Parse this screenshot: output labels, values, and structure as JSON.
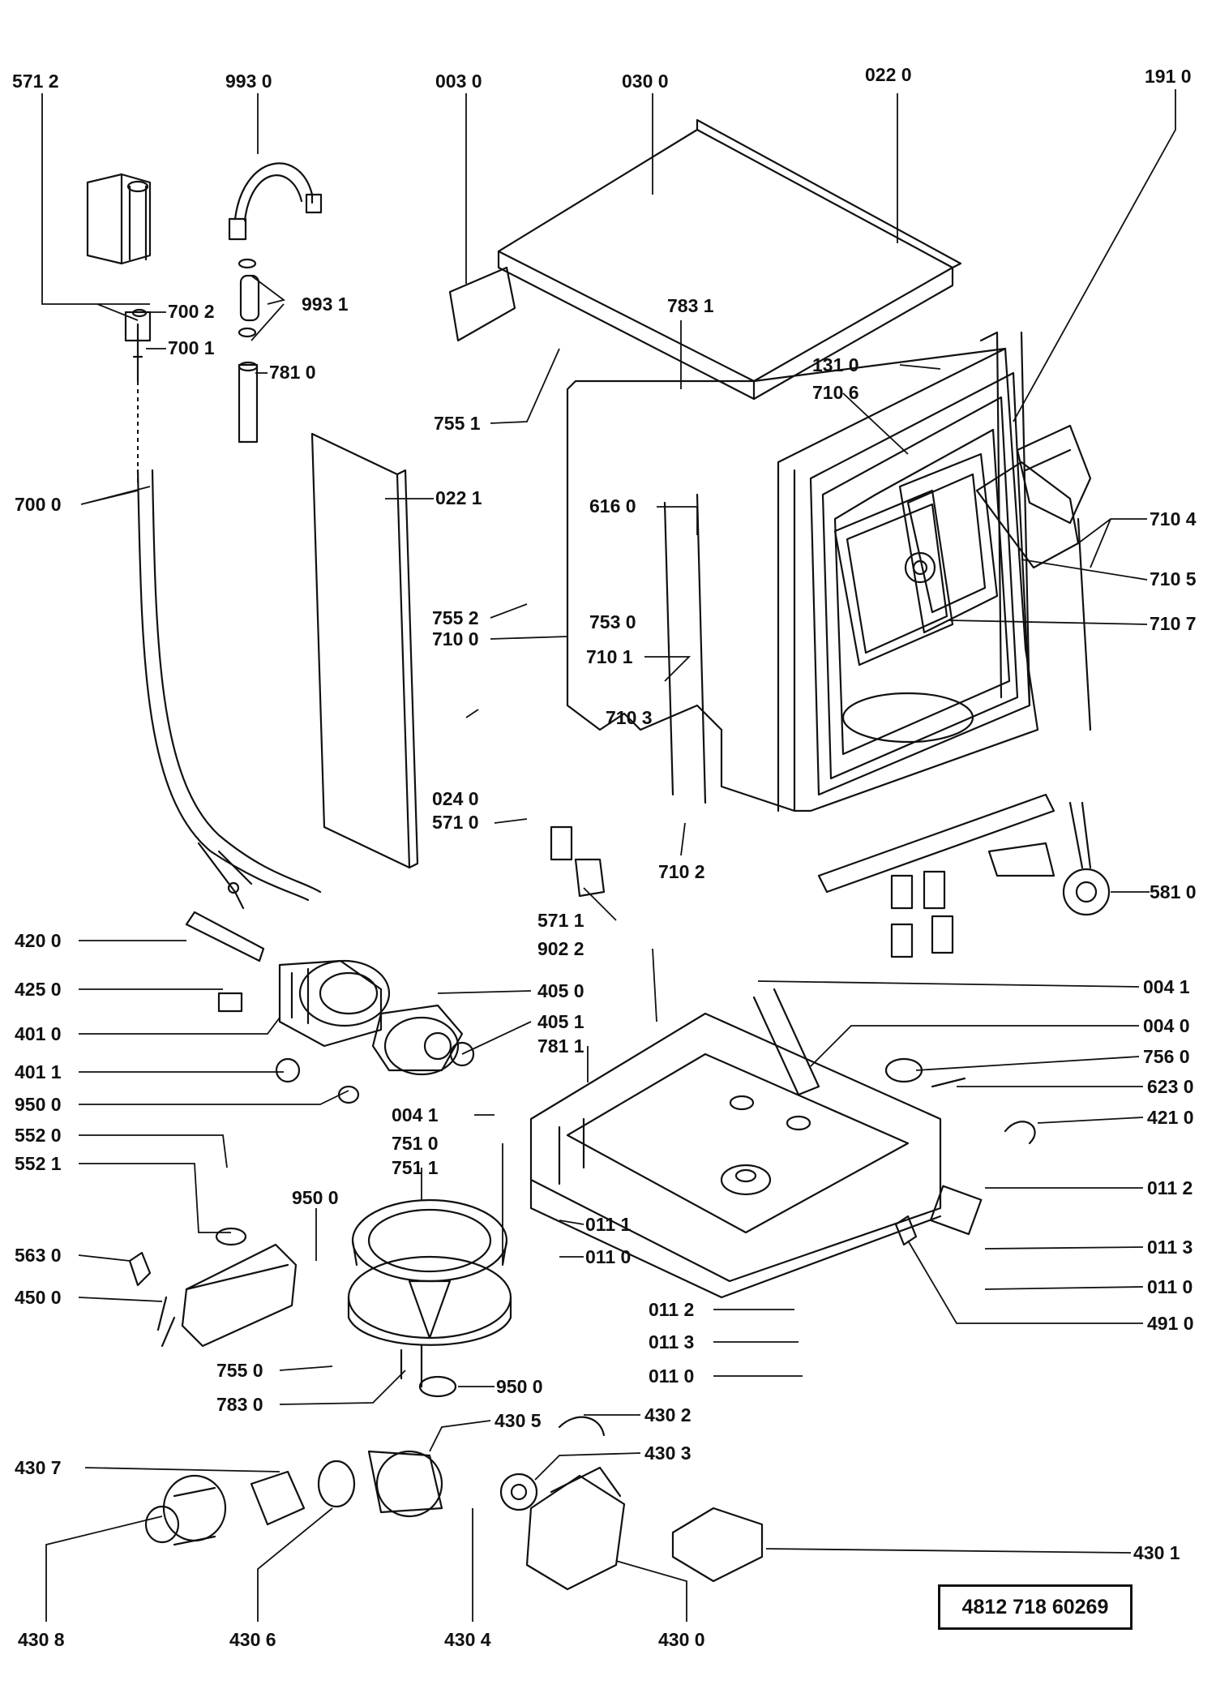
{
  "labels": [
    "571 2",
    "993 0",
    "003 0",
    "030 0",
    "022 0",
    "191 0",
    "700 2",
    "993 1",
    "700 1",
    "781 0",
    "783 1",
    "755 1",
    "131 0",
    "710 6",
    "700 0",
    "022 1",
    "616 0",
    "710 4",
    "710 5",
    "710 7",
    "755 2",
    "753 0",
    "710 0",
    "710 1",
    "710 3",
    "024 0",
    "571 0",
    "710 2",
    "571 1",
    "581 0",
    "420 0",
    "902 2",
    "425 0",
    "405 0",
    "004 1",
    "405 1",
    "004 0",
    "401 0",
    "781 1",
    "756 0",
    "401 1",
    "623 0",
    "950 0",
    "004 1",
    "421 0",
    "552 0",
    "751 0",
    "751 1",
    "552 1",
    "950 0",
    "011 2",
    "011 1",
    "563 0",
    "011 0",
    "011 3",
    "450 0",
    "011 0",
    "011 2",
    "491 0",
    "011 3",
    "755 0",
    "011 0",
    "950 0",
    "783 0",
    "430 2",
    "430 5",
    "430 3",
    "430 7",
    "430 1",
    "430 8",
    "430 6",
    "430 4",
    "430 0"
  ],
  "reference_number": "4812  718  60269"
}
